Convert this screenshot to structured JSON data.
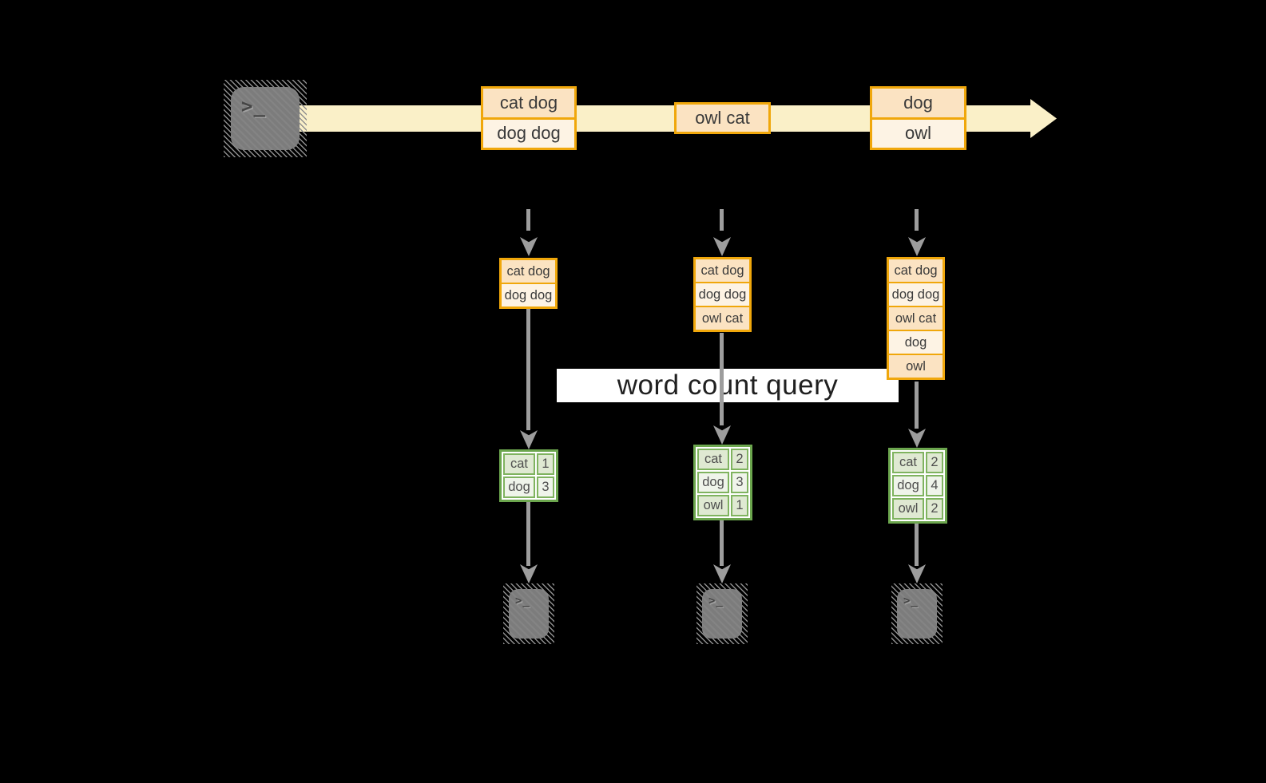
{
  "banner": {
    "label": "word count query"
  },
  "prompt": ">_",
  "events": [
    {
      "lines": [
        "cat dog",
        "dog dog"
      ]
    },
    {
      "lines": [
        "owl cat"
      ]
    },
    {
      "lines": [
        "dog",
        "owl"
      ]
    }
  ],
  "columns": [
    {
      "stack": [
        "cat dog",
        "dog dog"
      ],
      "table": [
        {
          "word": "cat",
          "count": "1"
        },
        {
          "word": "dog",
          "count": "3"
        }
      ]
    },
    {
      "stack": [
        "cat dog",
        "dog dog",
        "owl cat"
      ],
      "table": [
        {
          "word": "cat",
          "count": "2"
        },
        {
          "word": "dog",
          "count": "3"
        },
        {
          "word": "owl",
          "count": "1"
        }
      ]
    },
    {
      "stack": [
        "cat dog",
        "dog dog",
        "owl cat",
        "dog",
        "owl"
      ],
      "table": [
        {
          "word": "cat",
          "count": "2"
        },
        {
          "word": "dog",
          "count": "4"
        },
        {
          "word": "owl",
          "count": "2"
        }
      ]
    }
  ],
  "palette": {
    "background": "#000000",
    "stream_band": "#FAF0C8",
    "event_border": "#F0A70B",
    "event_fill_dark": "#FBE3C2",
    "event_fill_light": "#FDF3E4",
    "table_border": "#6CA64E",
    "table_fill_dark": "#DFE9D2",
    "table_fill_light": "#EFF4EA",
    "arrow_gray": "#9D9D9D",
    "terminal_gray": "#7C7C7C",
    "banner_bg": "#FFFFFF"
  }
}
